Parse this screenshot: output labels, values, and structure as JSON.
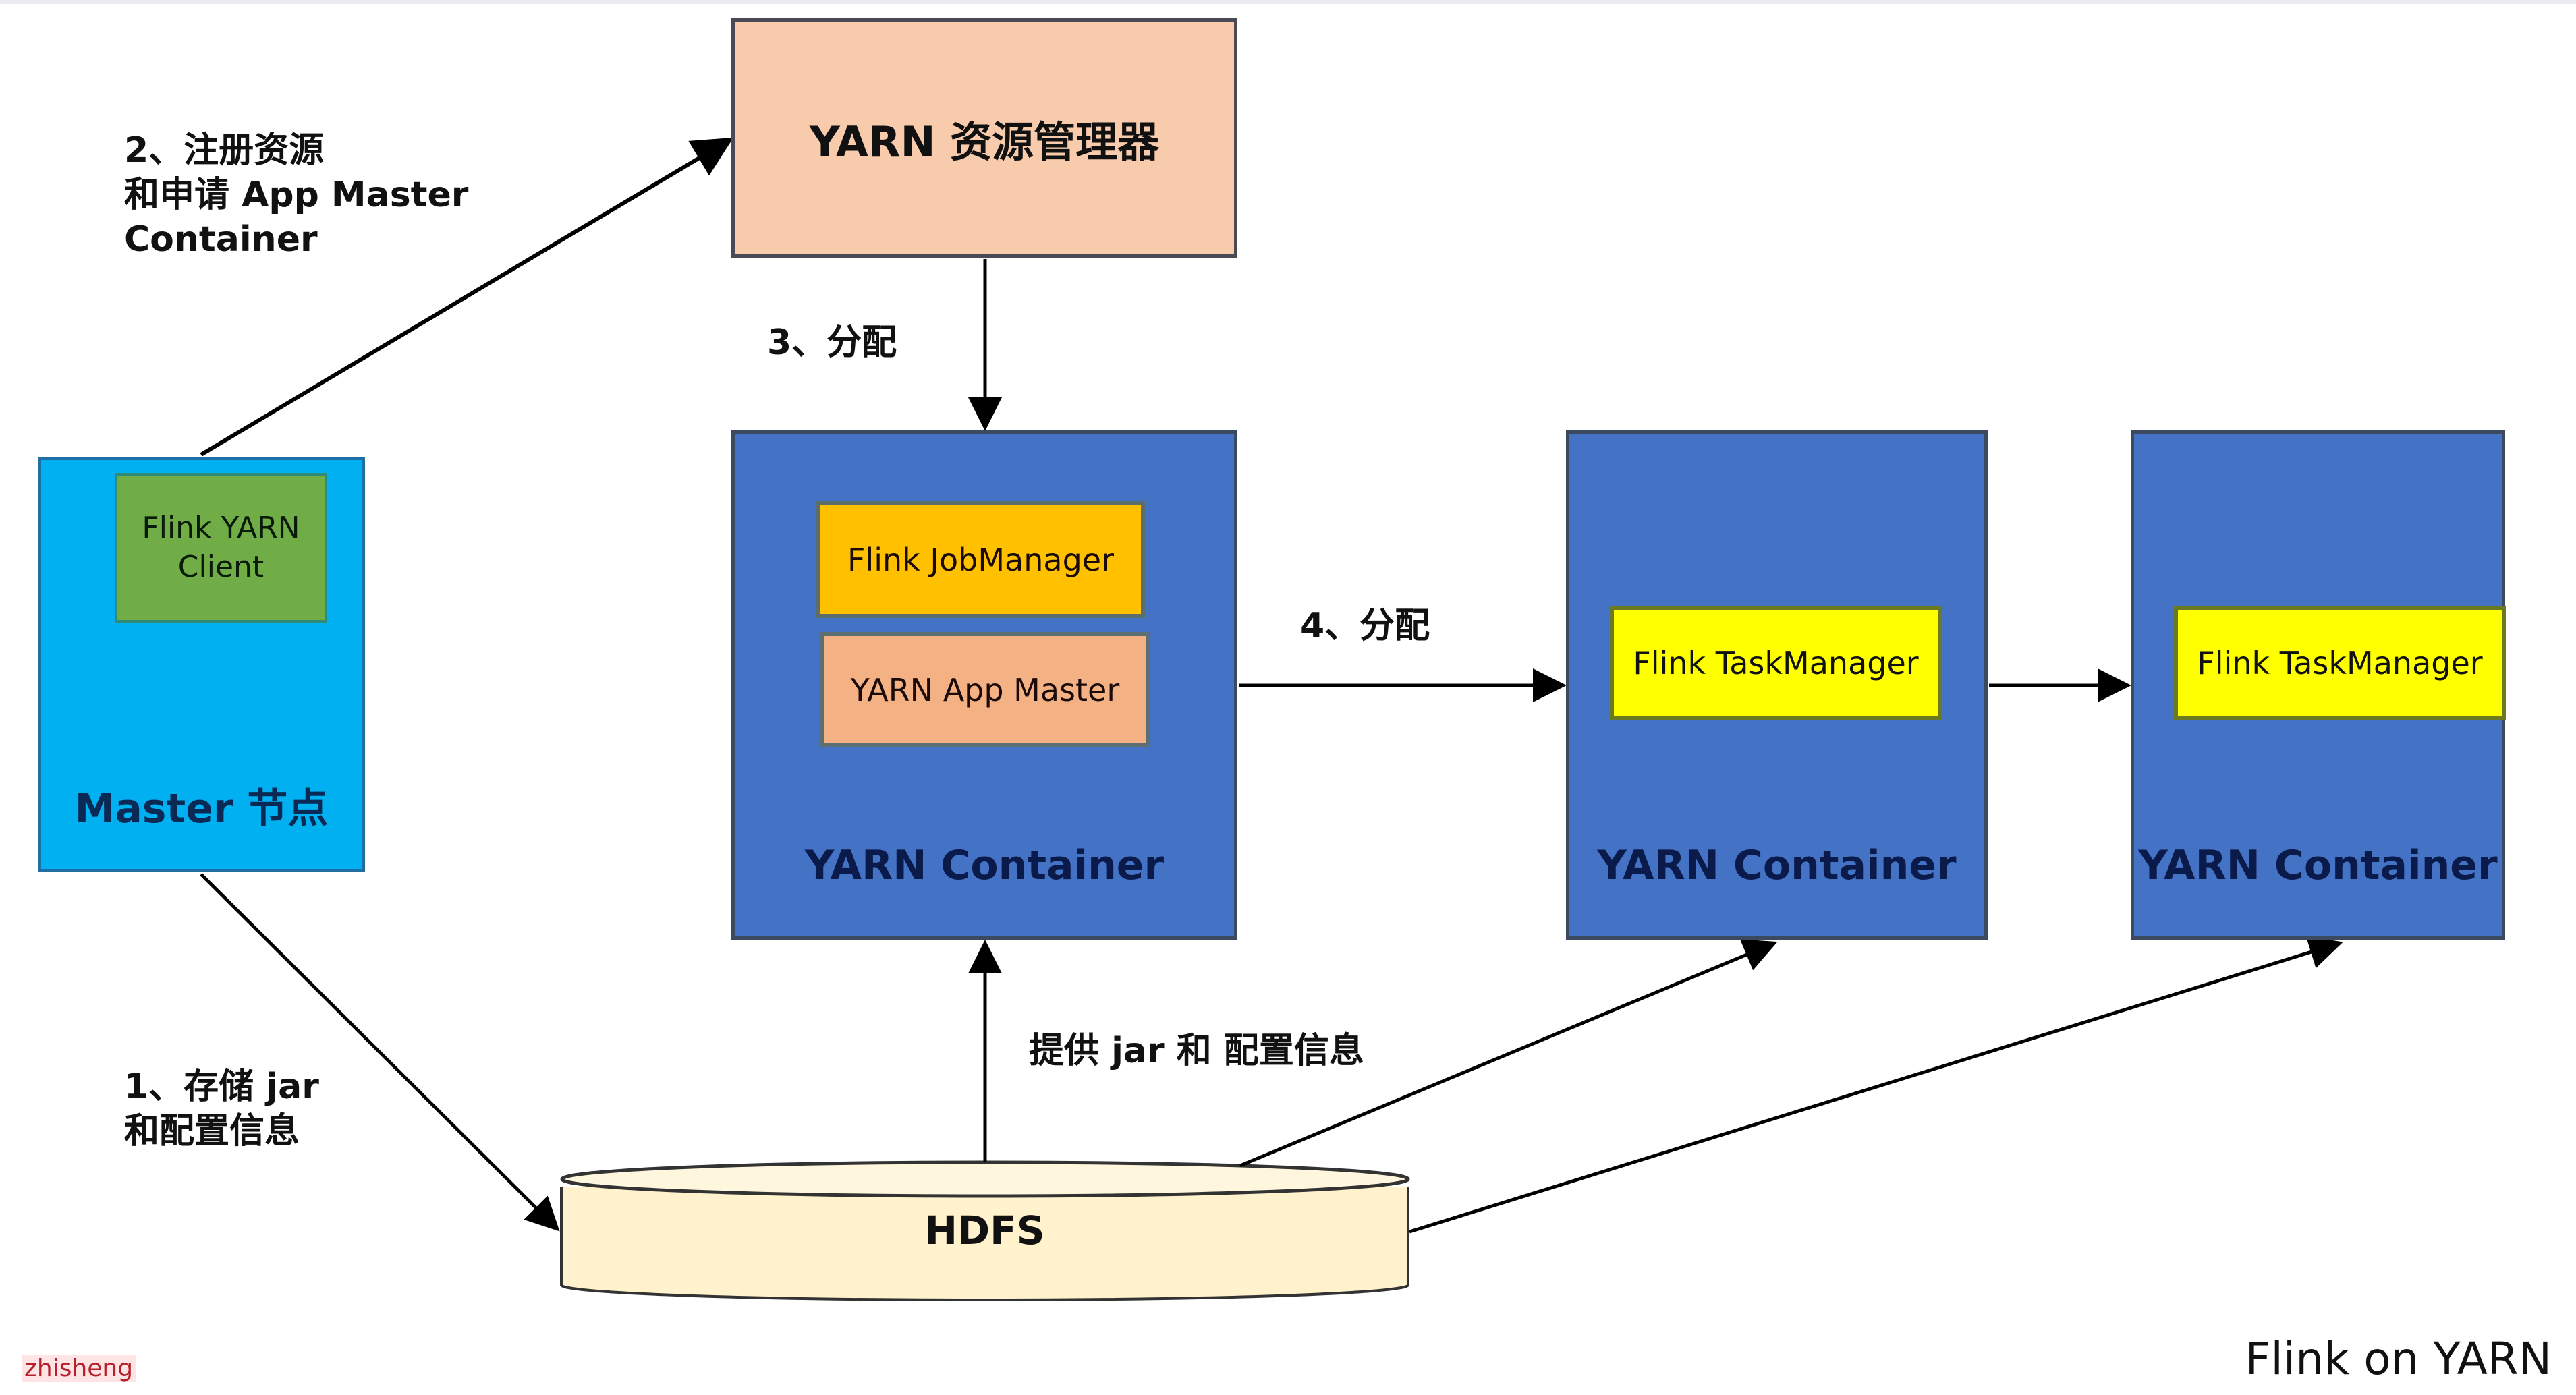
{
  "title": "Flink on YARN",
  "watermark": "zhisheng",
  "nodes": {
    "resource_manager": "YARN 资源管理器",
    "master_node": "Master 节点",
    "yarn_client_line1": "Flink YARN",
    "yarn_client_line2": "Client",
    "container_am": {
      "label": "YARN Container",
      "job_manager": "Flink JobManager",
      "app_master": "YARN App Master"
    },
    "container_tm1": {
      "label": "YARN Container",
      "task_manager": "Flink TaskManager"
    },
    "container_tm2": {
      "label": "YARN Container",
      "task_manager": "Flink TaskManager"
    },
    "hdfs": "HDFS"
  },
  "edges": {
    "step1": "1、存储 jar\n和配置信息",
    "step2": "2、注册资源\n和申请 App Master\nContainer",
    "step3": "3、分配",
    "step4": "4、分配",
    "provide": "提供 jar 和 配置信息"
  },
  "colors": {
    "resource_manager": "#f8cbad",
    "master_node": "#00b0f0",
    "yarn_client": "#70ad47",
    "container": "#4472c4",
    "job_manager": "#ffc000",
    "app_master": "#f4b183",
    "task_manager": "#ffff00",
    "hdfs": "#fff2cc"
  }
}
